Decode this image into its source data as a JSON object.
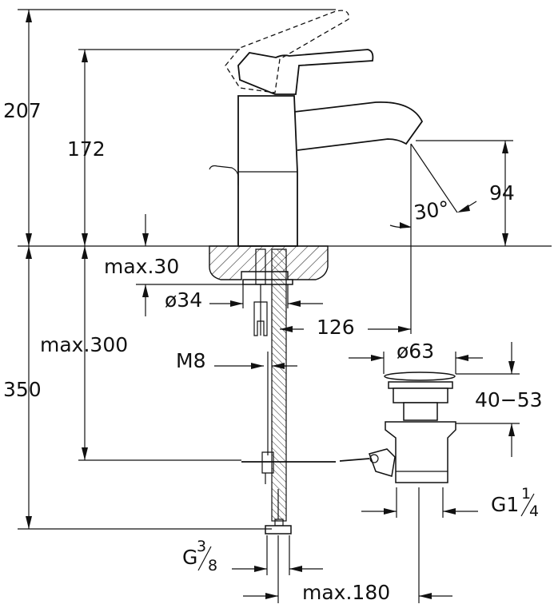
{
  "dimensions": {
    "total_height": "207",
    "spout_height": "172",
    "deck_thickness": "max.30",
    "hole_diameter": "ø34",
    "spout_reach": "126",
    "hose_length": "max.300",
    "thread_m8": "M8",
    "waste_diameter": "ø63",
    "waste_adjust": "40−53",
    "below_deck": "350",
    "spout_clearance": "94",
    "spout_angle": "30°",
    "waste_thread": "G1",
    "waste_thread_frac_num": "1",
    "waste_thread_frac_den": "4",
    "inlet_thread": "G",
    "inlet_thread_frac_num": "3",
    "inlet_thread_frac_den": "8",
    "waste_reach": "max.180"
  }
}
